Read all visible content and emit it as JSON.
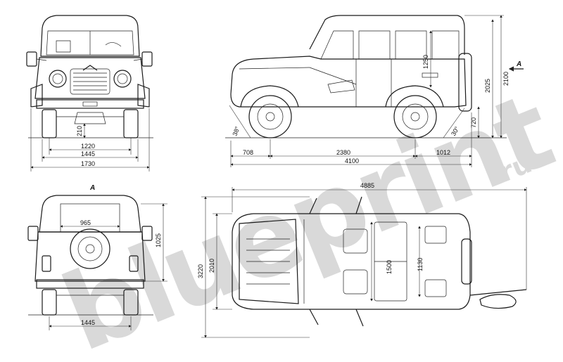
{
  "watermark": {
    "text": "blueprint",
    "suffix": ".ru"
  },
  "views": {
    "front": {
      "dims": {
        "ground_clearance": "210",
        "track": "1220",
        "track_outer": "1445",
        "width": "1730"
      }
    },
    "side": {
      "dims": {
        "window_height": "1250",
        "height": "2025",
        "height_total": "2100",
        "sill_height": "720",
        "approach_angle": "38°",
        "departure_angle": "30°",
        "front_overhang": "708",
        "wheelbase": "2380",
        "rear_overhang": "1012",
        "length": "4100"
      },
      "view_arrow_label": "A"
    },
    "rear": {
      "label": "A",
      "dims": {
        "door_width": "965",
        "door_height": "1025",
        "track": "1445"
      }
    },
    "top": {
      "dims": {
        "length_doors_open": "4885",
        "width_mirrors": "3220",
        "width": "2010",
        "cargo_length": "1500",
        "cargo_width": "1130"
      }
    }
  }
}
